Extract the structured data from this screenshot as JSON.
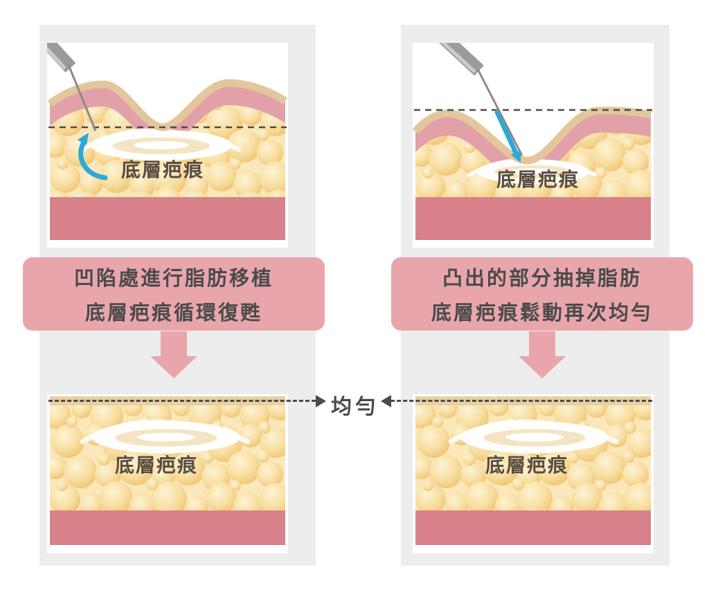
{
  "center_label": "均勻",
  "panels": {
    "left": {
      "before": {
        "scar_label": "底層疤痕"
      },
      "caption": {
        "line1": "凹陷處進行脂肪移植",
        "line2": "底層疤痕循環復甦"
      },
      "after": {
        "scar_label": "底層疤痕"
      }
    },
    "right": {
      "before": {
        "scar_label": "底層疤痕"
      },
      "caption": {
        "line1": "凸出的部分抽掉脂肪",
        "line2": "底層疤痕鬆動再次均勻"
      },
      "after": {
        "scar_label": "底層疤痕"
      }
    }
  },
  "colors": {
    "accent_pink": "#e8a6ac",
    "muscle_red": "#d8818a",
    "dermis_pink": "#e2a1a8",
    "epidermis_tan": "#e3c69c",
    "fat_yellow": "#f3cd7c",
    "arrow_blue": "#2ba9dc",
    "dashed_line": "#4a4a4a",
    "text_dark": "#4a4a4a",
    "card_gray": "#ededed"
  }
}
